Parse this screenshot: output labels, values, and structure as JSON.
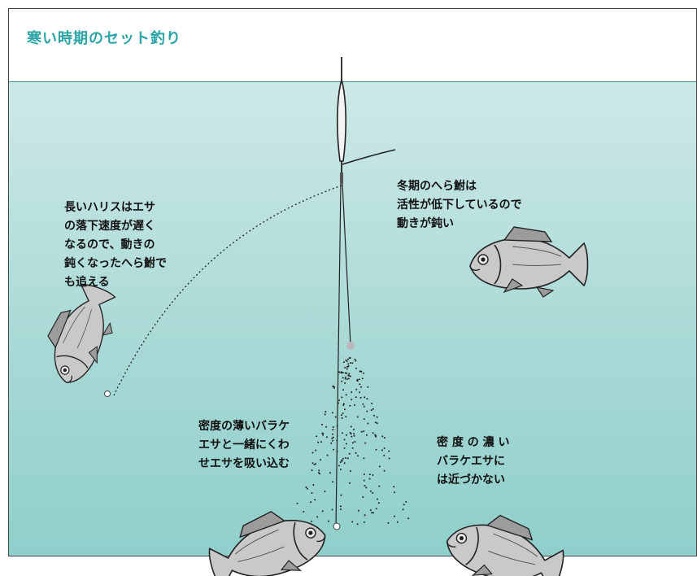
{
  "title": "寒い時期のセット釣り",
  "annotations": {
    "long_harris": "長いハリスはエサ\nの落下速度が遅く\nなるので、動きの\n鈍くなったへら鮒で\nも追える",
    "winter_fish": "冬期のへら鮒は\n活性が低下しているので\n動きが鈍い",
    "thin_bait": "密度の薄いバラケ\nエサと一緒にくわ\nせエサを吸い込む",
    "dense_bait": "密 度 の 濃 い\nバラケエサに\nは近づかない"
  },
  "colors": {
    "title": "#2aa4a6",
    "water_top": "#cde9e7",
    "water_bottom": "#8fcfcb",
    "fish_fill": "#c9c9c9",
    "fish_outline": "#222222"
  }
}
